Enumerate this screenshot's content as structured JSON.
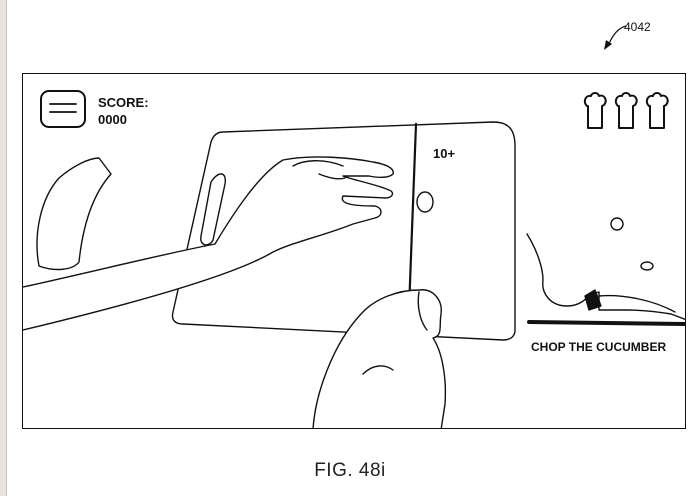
{
  "figure": {
    "reference_number": "4042",
    "caption": "FIG. 48i"
  },
  "hud": {
    "score_label": "SCORE:",
    "score_value": "0000",
    "menu_icon": "menu-icon",
    "lives_icon": "chef-hat-icon",
    "lives_count": 3
  },
  "game": {
    "points_popup": "10+",
    "instruction": "CHOP THE CUCUMBER"
  }
}
